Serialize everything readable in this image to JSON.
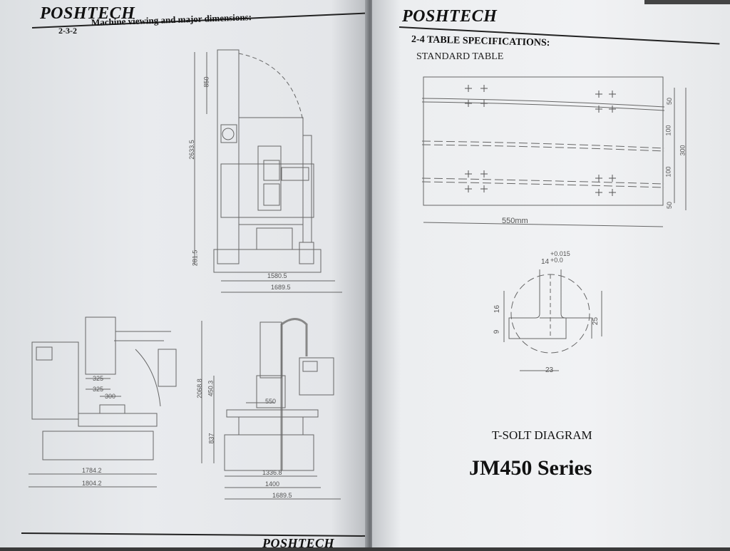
{
  "left_page": {
    "brand": "POSHTECH",
    "section_number": "2-3-2",
    "section_title": "Machine viewing and major dimensions:",
    "top_view_dims": {
      "height_top": "850",
      "height_total": "2633.5",
      "height_base": "281.5",
      "width_inner": "1580.5",
      "width_outer": "1689.5"
    },
    "side_view_dims": {
      "travel_1": "325",
      "travel_2": "325",
      "travel_3": "300",
      "width_inner": "1784.2",
      "width_outer": "1804.2"
    },
    "front_view_dims": {
      "height_total": "2068.8",
      "height_upper": "450.3",
      "table_width": "550",
      "height_table": "837",
      "width_1": "1336.8",
      "width_2": "1400",
      "width_3": "1689.5"
    },
    "footer_brand": "POSHTECH"
  },
  "right_page": {
    "brand": "POSHTECH",
    "section_title": "2-4 TABLE SPECIFICATIONS:",
    "subtitle": "STANDARD TABLE",
    "table_dims": {
      "gap_top": "50",
      "gap_1": "100",
      "gap_2": "100",
      "gap_bottom": "50",
      "total": "300",
      "width": "550mm"
    },
    "tslot_dims": {
      "tolerance_upper": "+0.015",
      "tolerance_lower": "+0.0",
      "slot_width": "14",
      "depth_upper": "16",
      "depth_lower": "9",
      "total_depth": "25",
      "bottom_width": "23"
    },
    "diagram_label": "T-SOLT DIAGRAM",
    "series_name": "JM450 Series"
  }
}
